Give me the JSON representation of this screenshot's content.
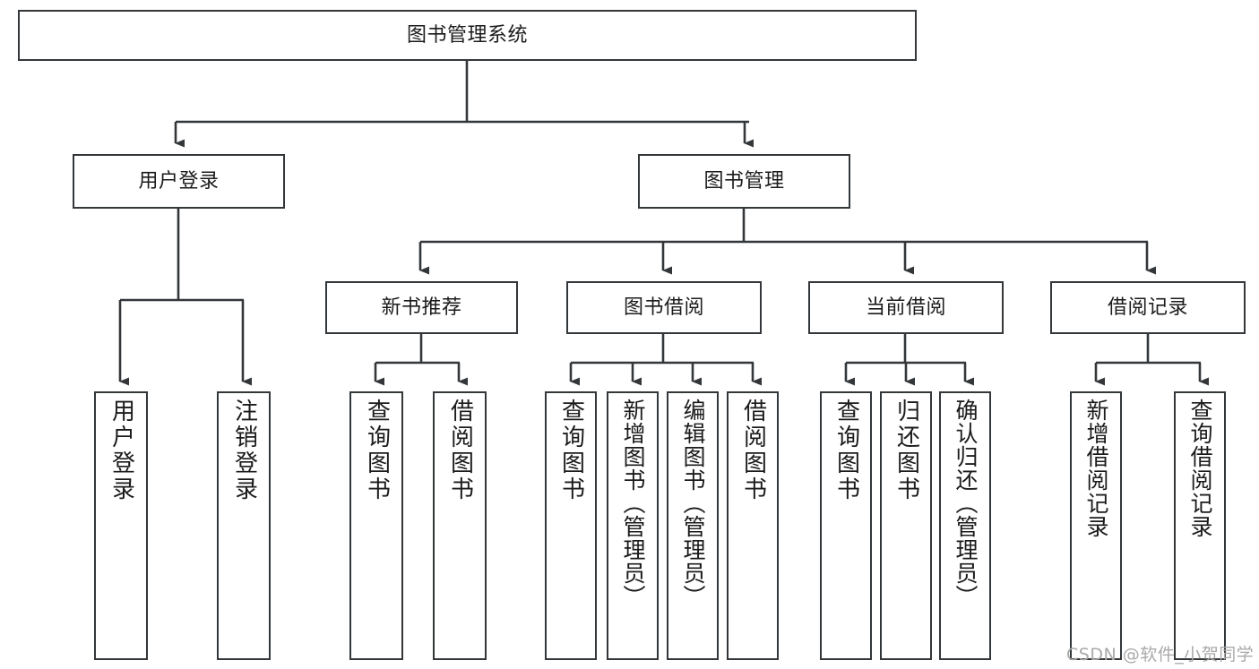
{
  "diagram": {
    "title_node": {
      "label": "图书管理系统"
    },
    "level2": [
      {
        "label": "用户登录"
      },
      {
        "label": "图书管理"
      }
    ],
    "level3": [
      {
        "label": "新书推荐"
      },
      {
        "label": "图书借阅"
      },
      {
        "label": "当前借阅"
      },
      {
        "label": "借阅记录"
      }
    ],
    "leaves": {
      "user_login": [
        {
          "label": "用户登录"
        },
        {
          "label": "注销登录"
        }
      ],
      "new_book_recommend": [
        {
          "label": "查询图书"
        },
        {
          "label": "借阅图书"
        }
      ],
      "book_borrow": [
        {
          "label": "查询图书"
        },
        {
          "label": "新增图书（管理员）"
        },
        {
          "label": "编辑图书（管理员）"
        },
        {
          "label": "借阅图书"
        }
      ],
      "current_borrow": [
        {
          "label": "查询图书"
        },
        {
          "label": "归还图书"
        },
        {
          "label": "确认归还（管理员）"
        }
      ],
      "borrow_record": [
        {
          "label": "新增借阅记录"
        },
        {
          "label": "查询借阅记录"
        }
      ]
    }
  },
  "watermark": {
    "text": "CSDN @软件_小贺同学"
  },
  "colors": {
    "stroke": "#33373a",
    "background": "#ffffff",
    "text": "#1b1b1b",
    "watermark": "#a9a9a9"
  }
}
